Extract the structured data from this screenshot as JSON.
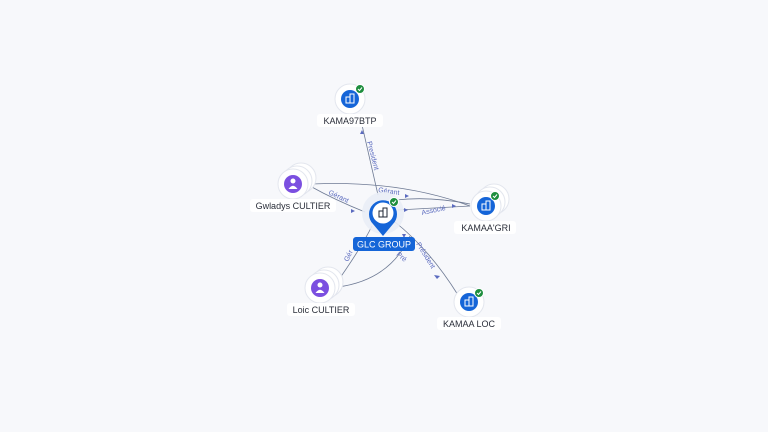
{
  "colors": {
    "company": "#1565d8",
    "person": "#7b4fe0",
    "verified": "#1e8e3e",
    "edge": "#6e7a94",
    "edge_label": "#5b6bbf",
    "background": "#f7f8fb"
  },
  "nodes": {
    "center": {
      "label": "GLC GROUP",
      "icon": "building-icon"
    },
    "kama97btp": {
      "label": "KAMA97BTP",
      "icon": "building-icon"
    },
    "kamaagri": {
      "label": "KAMAA'GRI",
      "icon": "building-icon"
    },
    "kamaaloc": {
      "label": "KAMAA LOC",
      "icon": "building-icon"
    },
    "gwladys": {
      "label": "Gwladys CULTIER",
      "icon": "person-icon"
    },
    "loic": {
      "label": "Loic CULTIER",
      "icon": "person-icon"
    }
  },
  "edges": {
    "president_top": "President",
    "gerant_top": "Gérant",
    "gerant_left": "Gérant",
    "associe": "Associé",
    "gerant_bottom": "Gér",
    "president_bottom": "Président",
    "president_bottom_short": "Pré"
  }
}
